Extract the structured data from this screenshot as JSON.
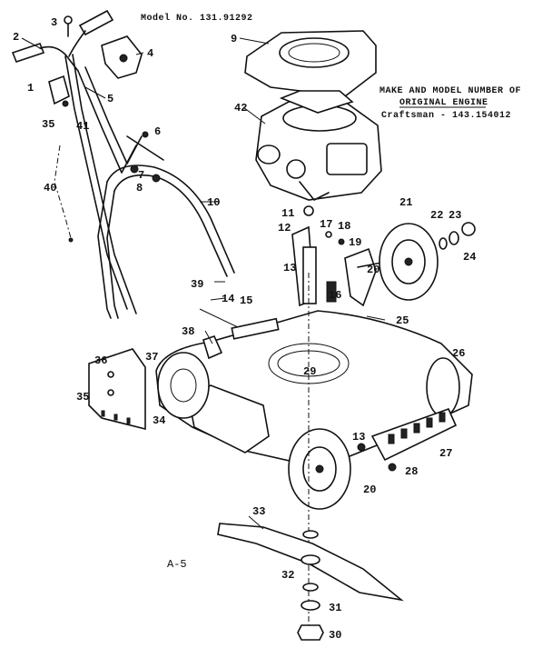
{
  "header": {
    "model": "Model No. 131.91292",
    "engine_line1": "MAKE AND MODEL NUMBER OF",
    "engine_line2": "ORIGINAL ENGINE",
    "engine_line3": "Craftsman - 143.154012"
  },
  "page_ref": "A-5",
  "callouts": {
    "c1": "1",
    "c2": "2",
    "c3": "3",
    "c4": "4",
    "c5": "5",
    "c6": "6",
    "c7": "7",
    "c8": "8",
    "c9": "9",
    "c10": "10",
    "c11": "11",
    "c12": "12",
    "c13a": "13",
    "c13b": "13",
    "c14": "14",
    "c15": "15",
    "c16": "16",
    "c17": "17",
    "c18": "18",
    "c19": "19",
    "c20a": "20",
    "c20b": "20",
    "c21": "21",
    "c22": "22",
    "c23": "23",
    "c24": "24",
    "c25": "25",
    "c26": "26",
    "c27": "27",
    "c28": "28",
    "c29": "29",
    "c30": "30",
    "c31": "31",
    "c32": "32",
    "c33": "33",
    "c34": "34",
    "c35a": "35",
    "c35b": "35",
    "c36": "36",
    "c37": "37",
    "c38": "38",
    "c39": "39",
    "c40": "40",
    "c41": "41",
    "c42": "42"
  }
}
